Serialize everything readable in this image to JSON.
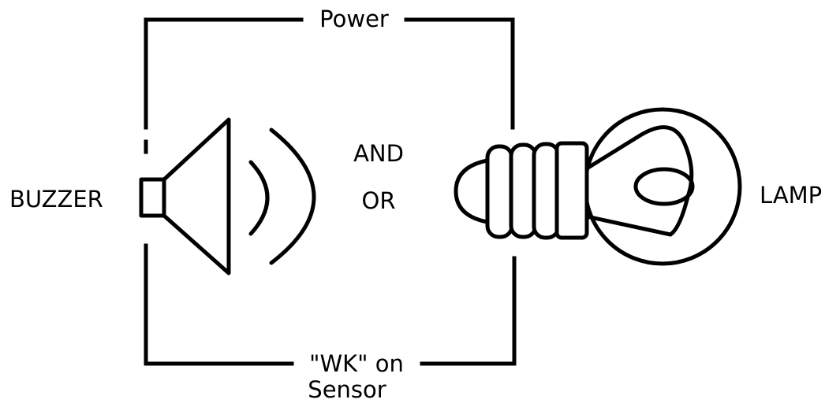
{
  "labels": {
    "power": "Power",
    "buzzer": "BUZZER",
    "and": "AND",
    "or": "OR",
    "lamp": "LAMP",
    "sensor_line1": "\"WK\" on",
    "sensor_line2": "Sensor"
  },
  "colors": {
    "stroke": "#000000",
    "background": "#ffffff"
  }
}
